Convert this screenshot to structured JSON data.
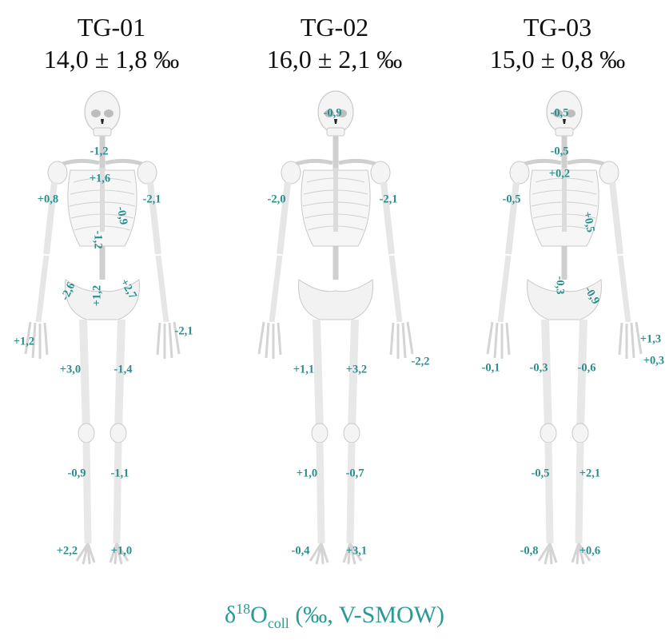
{
  "individuals": [
    {
      "id": "TG-01",
      "value": "14,0 ± 1,8 ‰",
      "labels": [
        {
          "text": "-1,2",
          "rot": 0
        },
        {
          "text": "+1,6",
          "rot": 0
        },
        {
          "text": "+0,8",
          "rot": 0
        },
        {
          "text": "-2,1",
          "rot": 0
        },
        {
          "text": "-0,9",
          "rot": 80
        },
        {
          "text": "-1,2",
          "rot": 90
        },
        {
          "text": "-2,6",
          "rot": -65
        },
        {
          "text": "+1,2",
          "rot": -90
        },
        {
          "text": "+2,7",
          "rot": 60
        },
        {
          "text": "+1,2",
          "rot": 0
        },
        {
          "text": "-2,1",
          "rot": 0
        },
        {
          "text": "+3,0",
          "rot": 0
        },
        {
          "text": "-1,4",
          "rot": 0
        },
        {
          "text": "-0,9",
          "rot": 0
        },
        {
          "text": "-1,1",
          "rot": 0
        },
        {
          "text": "+2,2",
          "rot": 0
        },
        {
          "text": "+1,0",
          "rot": 0
        }
      ]
    },
    {
      "id": "TG-02",
      "value": "16,0 ± 2,1 ‰",
      "labels": [
        {
          "text": "-0,9",
          "rot": 0
        },
        {
          "text": "-2,0",
          "rot": 0
        },
        {
          "text": "-2,1",
          "rot": 0
        },
        {
          "text": "-2,2",
          "rot": 0
        },
        {
          "text": "+1,1",
          "rot": 0
        },
        {
          "text": "+3,2",
          "rot": 0
        },
        {
          "text": "+1,0",
          "rot": 0
        },
        {
          "text": "-0,7",
          "rot": 0
        },
        {
          "text": "-0,4",
          "rot": 0
        },
        {
          "text": "+3,1",
          "rot": 0
        }
      ]
    },
    {
      "id": "TG-03",
      "value": "15,0 ± 0,8 ‰",
      "labels": [
        {
          "text": "-0,5",
          "rot": 0
        },
        {
          "text": "-0,5",
          "rot": 0
        },
        {
          "text": "+0,2",
          "rot": 0
        },
        {
          "text": "-0,5",
          "rot": 0
        },
        {
          "text": "+0,5",
          "rot": 80
        },
        {
          "text": "-0,3",
          "rot": 90
        },
        {
          "text": "-0,9",
          "rot": 60
        },
        {
          "text": "+1,3",
          "rot": 0
        },
        {
          "text": "+0,3",
          "rot": 0
        },
        {
          "text": "-0,1",
          "rot": 0
        },
        {
          "text": "-0,3",
          "rot": 0
        },
        {
          "text": "-0,6",
          "rot": 0
        },
        {
          "text": "-0,5",
          "rot": 0
        },
        {
          "text": "+2,1",
          "rot": 0
        },
        {
          "text": "-0,8",
          "rot": 0
        },
        {
          "text": "+0,6",
          "rot": 0
        }
      ]
    }
  ],
  "caption": {
    "delta": "δ",
    "iso": "18",
    "O": "O",
    "sub": "coll",
    "units": " (‰, V-SMOW)"
  },
  "colors": {
    "label": "#2a8f8c",
    "caption": "#2a9a97",
    "bone_fill": "#f4f4f4",
    "bone_stroke": "#c9c9c9",
    "joint": "#dadada"
  }
}
